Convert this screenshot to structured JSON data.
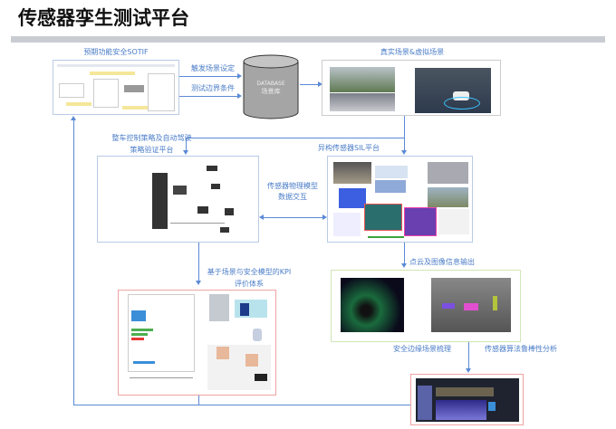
{
  "title": "传感器孪生测试平台",
  "nodes": {
    "sotif": "预期功能安全SOTIF",
    "database_en": "DATABASE",
    "database_cn": "场景库",
    "real_virtual": "真实场景&虚拟场景",
    "vehicle_platform_1": "整车控制策略及自动驾驶",
    "vehicle_platform_2": "策略验证平台",
    "sil_platform": "异构传感器SIL平台",
    "kpi_1": "基于场景与安全模型的KPI",
    "kpi_2": "评价体系"
  },
  "edges": {
    "trigger": "触发场景设定",
    "boundary": "测试边界条件",
    "sensor_model_1": "传感器物理模型",
    "sensor_model_2": "数据交互",
    "output": "点云及图像信息输出",
    "edge_case": "安全边缘场景梳理",
    "robustness": "传感器算法鲁棒性分析"
  },
  "colors": {
    "accent": "#5b8ad6",
    "label": "#4a7cc7",
    "kpi_border": "#f0a3a3",
    "output_border": "#cfe6b5"
  }
}
